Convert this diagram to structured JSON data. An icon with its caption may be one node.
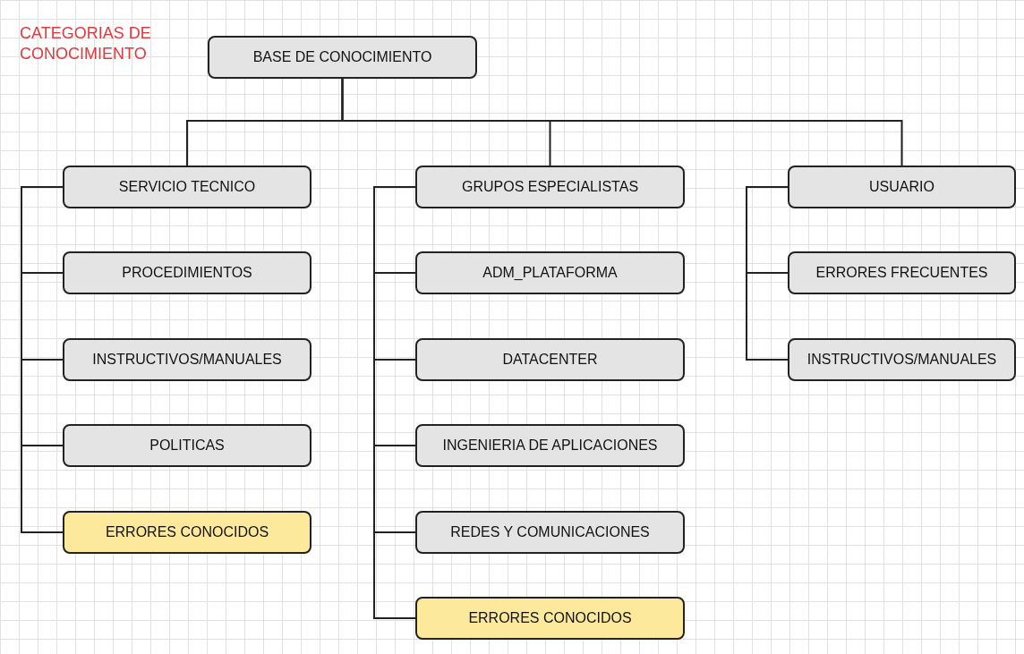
{
  "diagram": {
    "nodes": [
      {
        "text": [
          "BASE DE CONOCIMIENTO"
        ]
      },
      {
        "text": [
          "SERVICIO TECNICO"
        ]
      },
      {
        "text": [
          "PROCEDIMIENTOS"
        ]
      },
      {
        "text": [
          "INSTRUCTIVOS/MANUALES"
        ]
      },
      {
        "text": [
          "POLITICAS"
        ]
      },
      {
        "text": [
          "ERRORES CONOCIDOS"
        ]
      },
      {
        "text": [
          "GRUPOS ESPECIALISTAS"
        ]
      },
      {
        "text": [
          "ADM_PLATAFORMA"
        ]
      },
      {
        "text": [
          "DATACENTER"
        ]
      },
      {
        "text": [
          "INGENIERIA DE APLICACIONES"
        ]
      },
      {
        "text": [
          "REDES Y COMUNICACIONES"
        ]
      },
      {
        "text": [
          "ERRORES CONOCIDOS"
        ]
      },
      {
        "text": [
          "USUARIO"
        ]
      },
      {
        "text": [
          "ERRORES FRECUENTES"
        ]
      },
      {
        "text": [
          "INSTRUCTIVOS/MANUALES"
        ]
      }
    ],
    "edges": [
      {
        "from": 0,
        "to": 1,
        "arrow": "none"
      },
      {
        "from": 0,
        "to": 6,
        "arrow": "none"
      },
      {
        "from": 0,
        "to": 12,
        "arrow": "none"
      },
      {
        "from": 1,
        "to": 2,
        "arrow": "none"
      },
      {
        "from": 1,
        "to": 3,
        "arrow": "none"
      },
      {
        "from": 1,
        "to": 4,
        "arrow": "none"
      },
      {
        "from": 1,
        "to": 5,
        "arrow": "none"
      },
      {
        "from": 6,
        "to": 7,
        "arrow": "none"
      },
      {
        "from": 6,
        "to": 8,
        "arrow": "none"
      },
      {
        "from": 6,
        "to": 9,
        "arrow": "none"
      },
      {
        "from": 6,
        "to": 10,
        "arrow": "none"
      },
      {
        "from": 6,
        "to": 11,
        "arrow": "none"
      },
      {
        "from": 12,
        "to": 13,
        "arrow": "none"
      },
      {
        "from": 12,
        "to": 14,
        "arrow": "none"
      }
    ],
    "labels": [
      "CATEGORIAS DE CONOCIMIENTO"
    ]
  }
}
